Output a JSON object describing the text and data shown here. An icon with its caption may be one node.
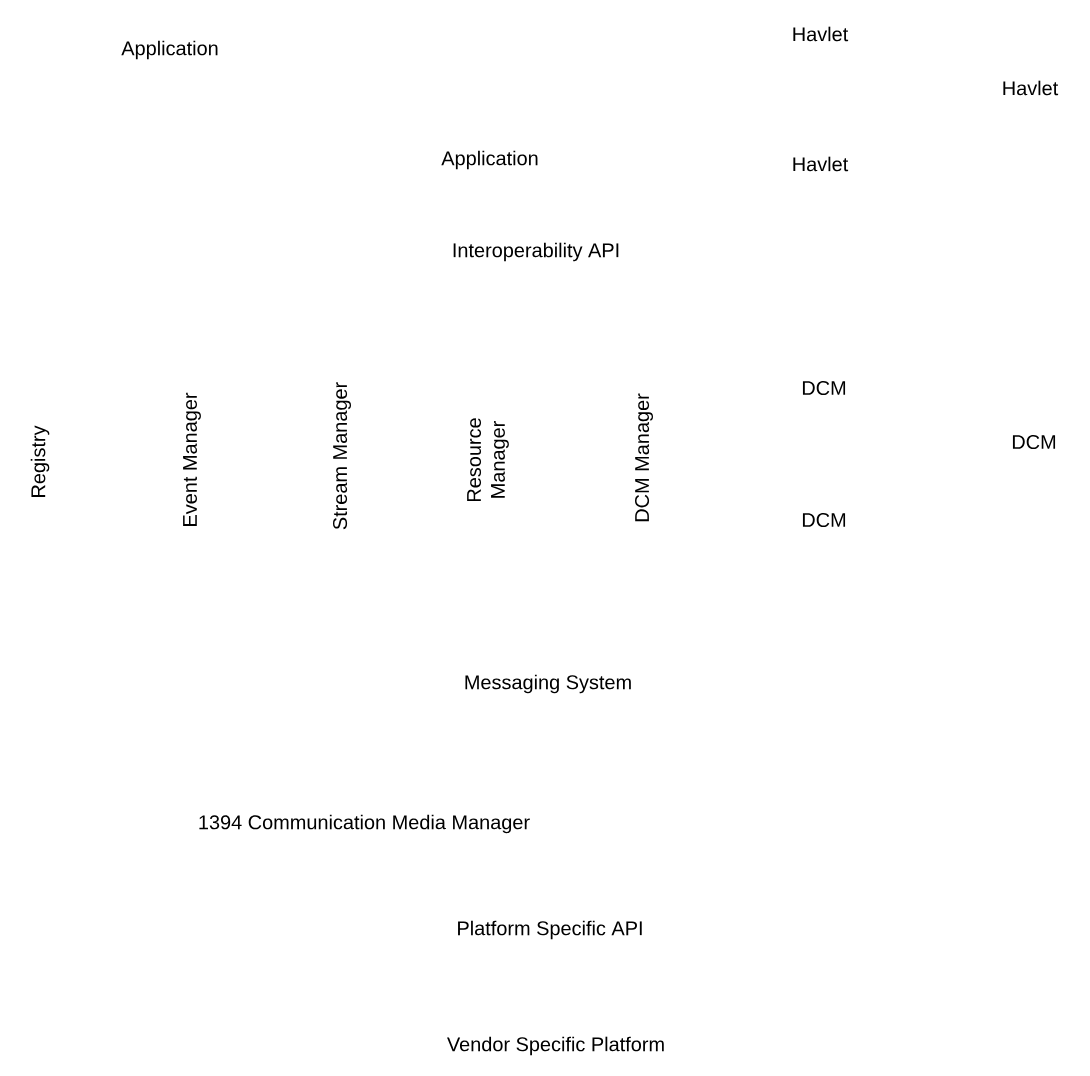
{
  "diagram": {
    "labels": [
      "Application",
      "Havlet",
      "Havlet",
      "Application",
      "Havlet",
      "Interoperability API",
      "Registry",
      "Event Manager",
      "Stream Manager",
      "Resource Manager",
      "DCM Manager",
      "DCM",
      "DCM",
      "DCM",
      "Messaging System",
      "1394 Communication Media Manager",
      "Platform Specific API",
      "Vendor Specific Platform"
    ]
  }
}
